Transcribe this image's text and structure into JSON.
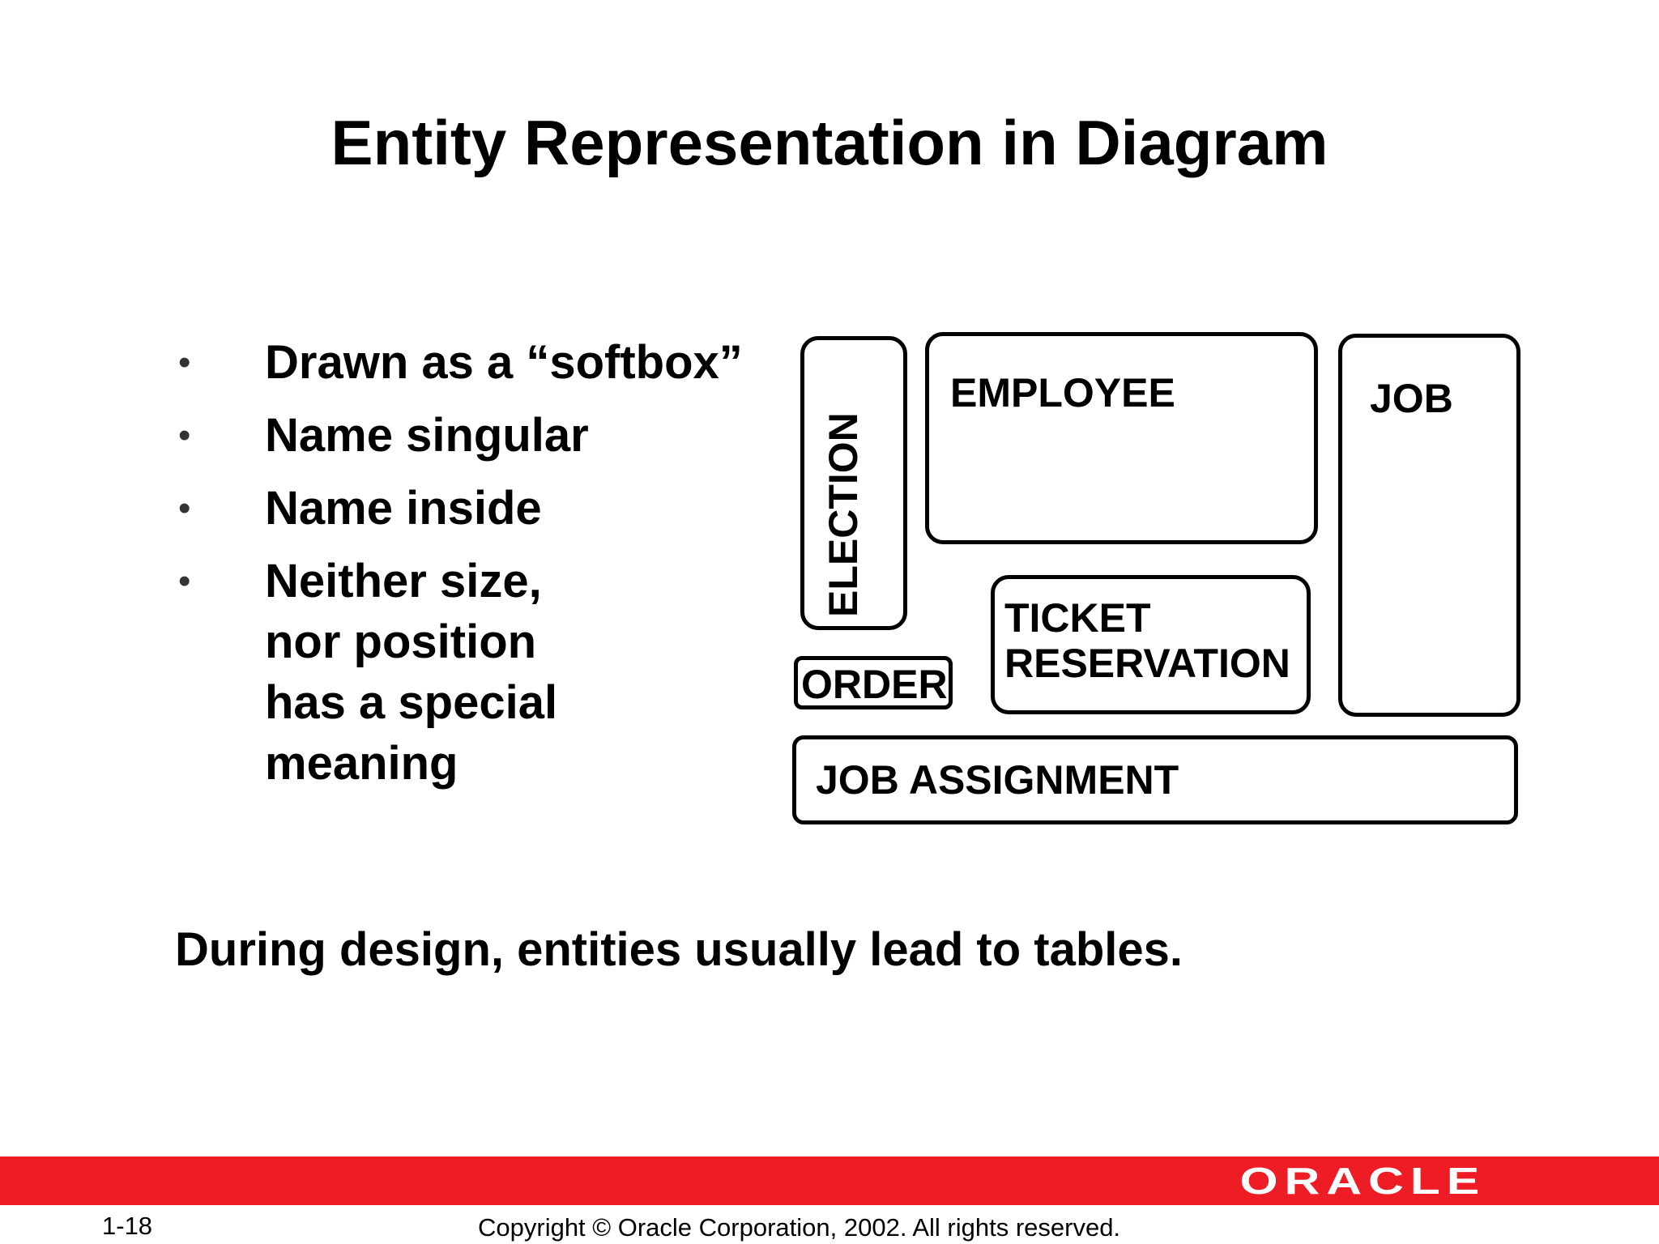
{
  "slide": {
    "title": "Entity Representation in Diagram",
    "bullets": [
      {
        "marker": "•",
        "text": "Drawn as a “softbox”"
      },
      {
        "marker": "•",
        "text": "Name singular"
      },
      {
        "marker": "•",
        "text": "Name inside"
      },
      {
        "marker": "•",
        "text": "Neither size, nor position has a special meaning"
      }
    ],
    "summary": "During design, entities usually lead to tables."
  },
  "diagram": {
    "entities": {
      "election": "ELECTION",
      "employee": "EMPLOYEE",
      "job": "JOB",
      "ticket_reservation": "TICKET RESERVATION",
      "order": "ORDER",
      "job_assignment": "JOB ASSIGNMENT"
    }
  },
  "footer": {
    "brand": "ORACLE",
    "page_number": "1-18",
    "copyright": "Copyright © Oracle Corporation, 2002. All rights reserved.",
    "bar_color": "#ee1c25"
  }
}
